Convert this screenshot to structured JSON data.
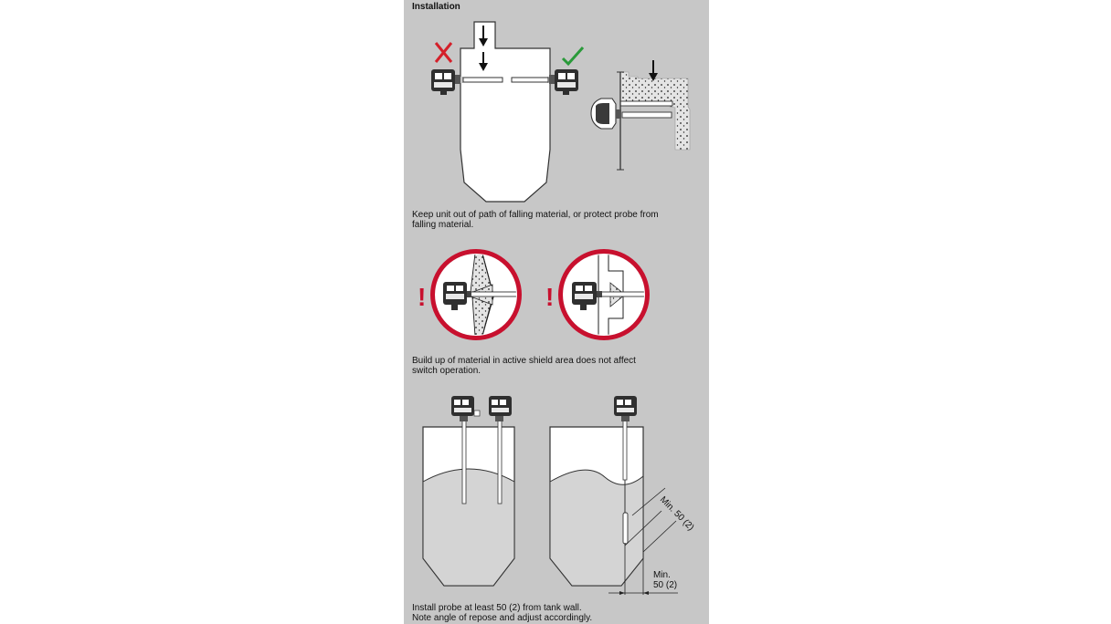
{
  "section": {
    "title": "Installation"
  },
  "captions": {
    "falling_material": "Keep unit out of path of falling material, or protect probe from\nfalling material.",
    "build_up": "Build up of material in active shield area does not affect\nswitch operation.",
    "wall_distance": "Install probe at least 50 (2) from tank wall.\nNote angle of repose and adjust accordingly."
  },
  "dimensions": {
    "angled_min_label": "Min. 50 (2)",
    "horizontal_min_line1": "Min.",
    "horizontal_min_line2": "50 (2)"
  },
  "colors": {
    "panel_bg": "#c7c7c7",
    "wrong_mark": "#d4202a",
    "correct_mark": "#2a9a3a",
    "warning_ring": "#c8102e",
    "material_fill": "#d4d4d4"
  },
  "icons": {
    "wrong": "cross-icon",
    "correct": "check-icon",
    "warning": "exclamation-icon"
  }
}
